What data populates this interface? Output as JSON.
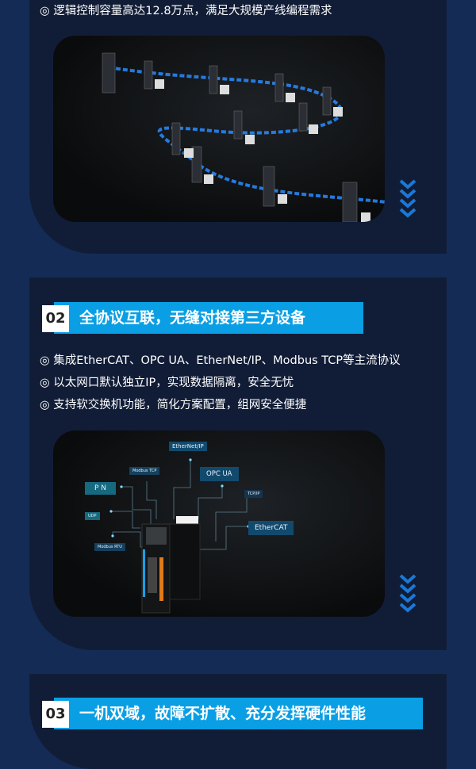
{
  "section1": {
    "bullets": [
      "◎ 逻辑控制容量高达12.8万点，满足大规模产线编程需求"
    ]
  },
  "section2": {
    "number": "02",
    "title": "全协议互联，无缝对接第三方设备",
    "bullets": [
      "◎ 集成EtherCAT、OPC UA、EtherNet/IP、Modbus TCP等主流协议",
      "◎ 以太网口默认独立IP，实现数据隔离，安全无忧",
      "◎ 支持软交换机功能，简化方案配置，组网安全便捷"
    ],
    "protocols": {
      "ethernet_ip": "EtherNet/IP",
      "modbus_tcp": "Modbus TCP",
      "pn": "P N",
      "opc_ua": "OPC UA",
      "tcp_ip": "TCP/IP",
      "udp": "UDP",
      "ethercat": "EtherCAT",
      "modbus_rtu": "Modbus RTU"
    }
  },
  "section3": {
    "number": "03",
    "title": "一机双域，故障不扩散、充分发挥硬件性能"
  },
  "colors": {
    "background": "#142b55",
    "panel": "#111d37",
    "accent": "#0a9fe4"
  }
}
